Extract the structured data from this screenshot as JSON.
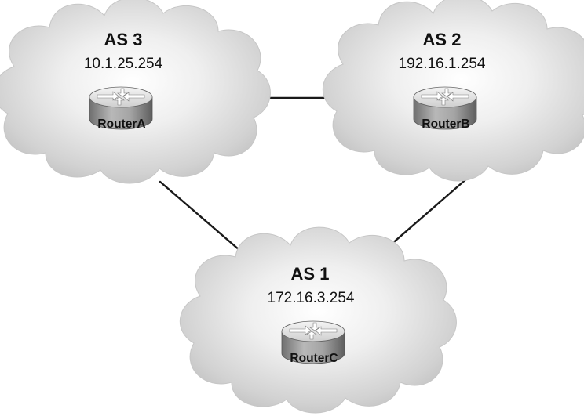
{
  "nodes": [
    {
      "id": "as3",
      "as_label": "AS 3",
      "ip": "10.1.25.254",
      "router": "RouterA"
    },
    {
      "id": "as2",
      "as_label": "AS 2",
      "ip": "192.16.1.254",
      "router": "RouterB"
    },
    {
      "id": "as1",
      "as_label": "AS 1",
      "ip": "172.16.3.254",
      "router": "RouterC"
    }
  ],
  "links": [
    {
      "from": "as3",
      "to": "as2"
    },
    {
      "from": "as3",
      "to": "as1"
    },
    {
      "from": "as2",
      "to": "as1"
    }
  ],
  "colors": {
    "cloud_light": "#ffffff",
    "cloud_mid": "#e2e2e2",
    "cloud_dark": "#b3b3b3",
    "router_top": "#e6e6e6",
    "router_body": "#9a9a9a",
    "line": "#1a1a1a"
  }
}
